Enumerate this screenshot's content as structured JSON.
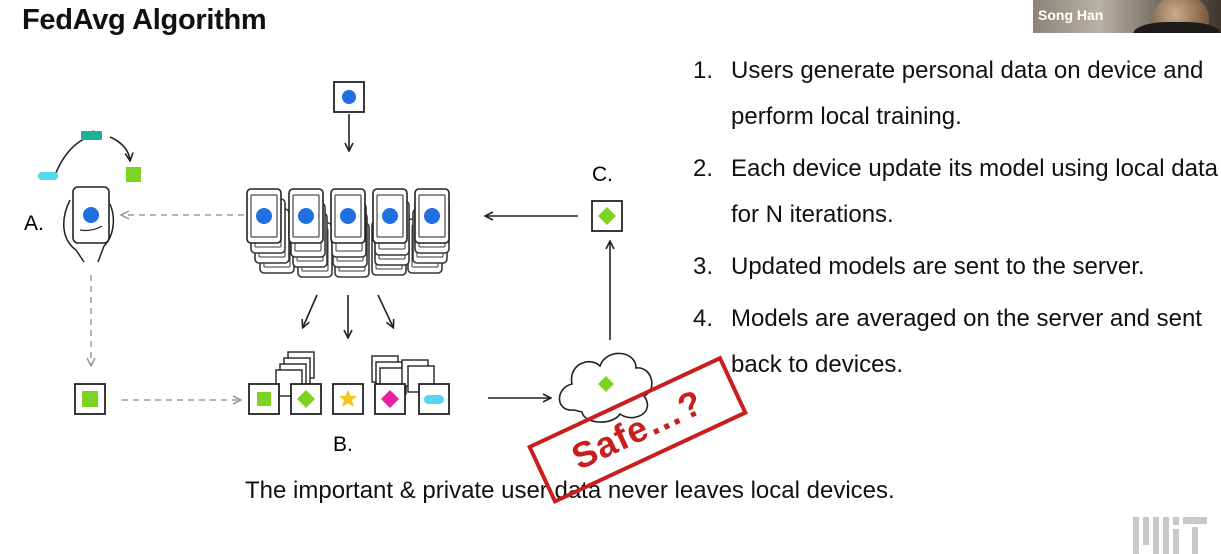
{
  "title": "FedAvg Algorithm",
  "speaker": {
    "name": "Song Han"
  },
  "steps": [
    {
      "num": "1.",
      "text": "Users generate personal data on device and perform local training."
    },
    {
      "num": "2.",
      "text": "Each device update its model using local data for N iterations."
    },
    {
      "num": "3.",
      "text": "Updated models are sent to the server."
    },
    {
      "num": "4.",
      "text": "Models are averaged on the server and sent back to devices."
    }
  ],
  "diagram": {
    "label_a": "A.",
    "label_b": "B.",
    "label_c": "C."
  },
  "footer": "The important & private user data never leaves local devices.",
  "stamp": "Safe…?",
  "colors": {
    "blue": "#1f6fe0",
    "green": "#7ed321",
    "teal": "#1bb394",
    "cyan": "#55d6f0",
    "yellow": "#f5c518",
    "magenta": "#e91ea3",
    "stamp_red": "#c81e1e"
  },
  "icons": [
    "phone-icon",
    "hand-icon",
    "cloud-icon",
    "model-icon",
    "data-shape-icon"
  ]
}
